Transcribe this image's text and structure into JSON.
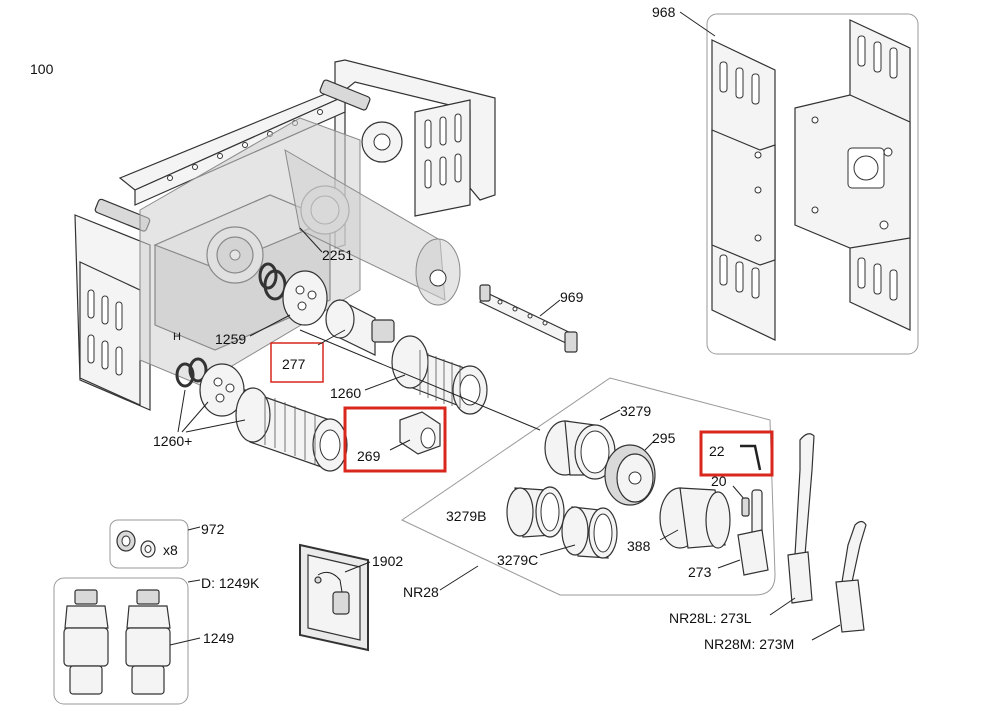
{
  "diagram": {
    "labels": {
      "l100": "100",
      "l968": "968",
      "l2251": "2251",
      "l969": "969",
      "l1259": "1259",
      "l277": "277",
      "l1260": "1260",
      "l1260plus": "1260+",
      "l269": "269",
      "l3279": "3279",
      "l295": "295",
      "l22": "22",
      "l20": "20",
      "l3279B": "3279B",
      "l388": "388",
      "l3279C": "3279C",
      "l273": "273",
      "lNR28": "NR28",
      "lNR28L": "NR28L: 273L",
      "lNR28M": "NR28M: 273M",
      "l972": "972",
      "lx8": "x8",
      "l1249K": "D: 1249K",
      "l1249": "1249",
      "l1902": "1902",
      "lH": "H"
    },
    "highlight_color": "#d9271e",
    "frame_color": "#9a9a9a"
  }
}
